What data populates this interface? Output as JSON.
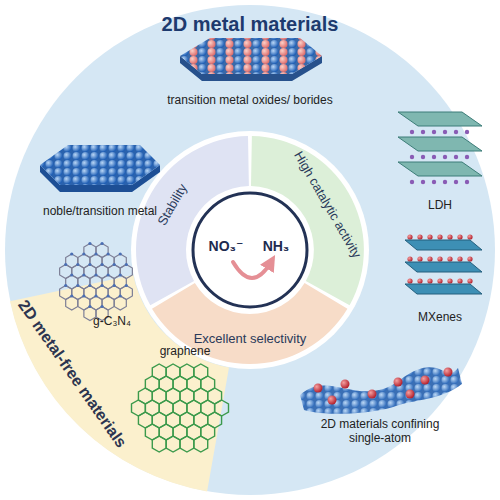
{
  "diagram": {
    "nodes": [
      {
        "text": [
          "2D metal materials"
        ]
      },
      {
        "text": [
          "2D metal-free materials"
        ],
        "in": 0
      },
      {
        "text": [
          "Stability"
        ],
        "in": 0
      },
      {
        "text": [
          "High catalytic activity"
        ],
        "in": 0
      },
      {
        "text": [
          "Excellent selectivity"
        ],
        "in": 0
      },
      {
        "text": [
          "NO₃⁻",
          "NH₃"
        ],
        "in": 0
      }
    ],
    "labels": [
      "transition metal oxides/ borides",
      "noble/transition metal",
      "LDH",
      "MXenes",
      "2D materials confining single-atom",
      "g-C₃N₄",
      "graphene"
    ]
  }
}
